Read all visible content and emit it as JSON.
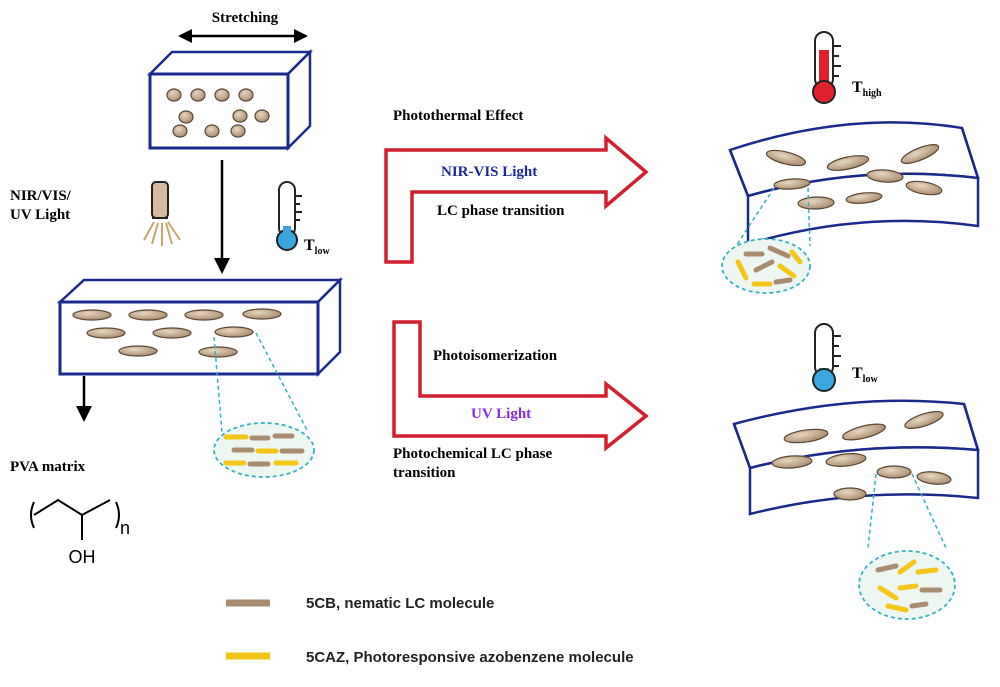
{
  "labels": {
    "stretching": "Stretching",
    "light_source": [
      "NIR/VIS/",
      "UV Light"
    ],
    "t_low_left": "T",
    "t_low_left_sub": "low",
    "photothermal_effect": "Photothermal Effect",
    "nir_vis_light": "NIR-VIS Light",
    "lc_phase_transition": "LC phase transition",
    "photoisomerization": "Photoisomerization",
    "uv_light": "UV Light",
    "photochemical_transition": [
      "Photochemical LC phase",
      "transition"
    ],
    "t_high": "T",
    "t_high_sub": "high",
    "t_low_right": "T",
    "t_low_right_sub": "low",
    "pva_matrix": "PVA matrix",
    "pva_n": "n",
    "pva_oh": "OH"
  },
  "legend": [
    {
      "label": "5CB, nematic LC molecule",
      "color": "#a98b70"
    },
    {
      "label": "5CAZ, Photoresponsive azobenzene molecule",
      "color": "#f5c518"
    }
  ],
  "colors": {
    "frame": "#1a2a8c",
    "arrow_red": "#d11f2e",
    "nir_text": "#1a2a9c",
    "uv_text": "#8a2be2",
    "ellipse_fill": "#c5ad8f",
    "zoom_line": "#34b3c4",
    "zoom_fill": "#e8f4ef",
    "thermo_red": "#e0202a",
    "thermo_blue": "#39a6e0"
  }
}
